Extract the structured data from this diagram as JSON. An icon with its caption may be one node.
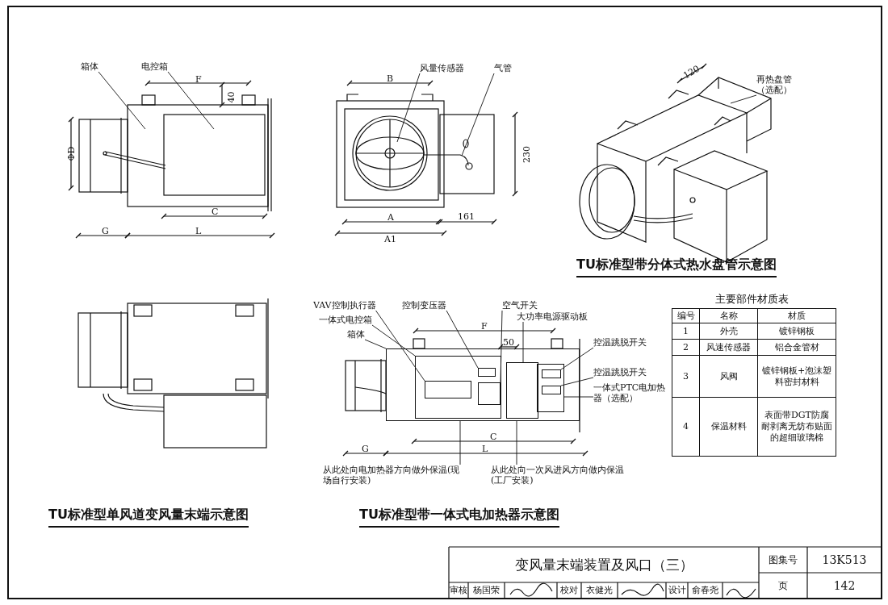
{
  "diagram": {
    "title": "变风量末端装置及风口（三）",
    "nodes": [
      {
        "text": [
          "箱体"
        ]
      },
      {
        "text": [
          "电控箱"
        ]
      },
      {
        "text": [
          "风量传感器"
        ]
      },
      {
        "text": [
          "气管"
        ]
      },
      {
        "text": [
          "再热盘管（选配）"
        ]
      },
      {
        "text": [
          "VAV控制执行器"
        ]
      },
      {
        "text": [
          "一体式电控箱"
        ]
      },
      {
        "text": [
          "箱体"
        ]
      },
      {
        "text": [
          "控制变压器"
        ]
      },
      {
        "text": [
          "空气开关"
        ]
      },
      {
        "text": [
          "大功率电源驱动板"
        ]
      },
      {
        "text": [
          "控温跳脱开关"
        ]
      },
      {
        "text": [
          "控温跳脱开关"
        ]
      },
      {
        "text": [
          "一体式PTC电加热器（选配）"
        ]
      },
      {
        "text": [
          "从此处向电加热器方向做外保温(现场自行安装)"
        ]
      },
      {
        "text": [
          "从此处向一次风进风方向做内保温(工厂安装)"
        ]
      },
      {
        "text": [],
        "shape": "box"
      },
      {
        "text": [],
        "shape": "box",
        "in": 16
      },
      {
        "text": [],
        "shape": "box",
        "in": 17
      },
      {
        "text": [],
        "shape": "box",
        "in": 17
      },
      {
        "text": [],
        "shape": "box",
        "in": 17
      },
      {
        "text": [],
        "shape": "box",
        "in": 16
      },
      {
        "text": [],
        "shape": "box",
        "in": 16
      },
      {
        "text": [],
        "shape": "box",
        "in": 22
      },
      {
        "text": [],
        "shape": "box",
        "in": 22
      }
    ],
    "edges": [
      {
        "from": 0,
        "to": null,
        "arrow": "none"
      },
      {
        "from": 1,
        "to": null,
        "arrow": "none"
      },
      {
        "from": 2,
        "to": null,
        "arrow": "none"
      },
      {
        "from": 3,
        "to": null,
        "arrow": "none"
      },
      {
        "from": 4,
        "to": null,
        "arrow": "none"
      },
      {
        "from": 5,
        "to": 18,
        "arrow": "none"
      },
      {
        "from": 6,
        "to": 17,
        "arrow": "none"
      },
      {
        "from": 7,
        "to": 16,
        "arrow": "none"
      },
      {
        "from": 8,
        "to": 19,
        "arrow": "none"
      },
      {
        "from": 9,
        "to": 20,
        "arrow": "none"
      },
      {
        "from": 10,
        "to": 21,
        "arrow": "none"
      },
      {
        "from": 11,
        "to": 23,
        "arrow": "none"
      },
      {
        "from": 12,
        "to": 24,
        "arrow": "none"
      },
      {
        "from": 13,
        "to": 22,
        "arrow": "none"
      },
      {
        "from": 14,
        "to": 16,
        "arrow": "none"
      },
      {
        "from": 15,
        "to": 16,
        "arrow": "none"
      }
    ],
    "labels": [
      "F",
      "40",
      "ΦD",
      "C",
      "G",
      "L",
      "B",
      "230",
      "A",
      "161",
      "A1",
      "120",
      "TU标准型带分体式热水盘管示意图",
      "主要部件材质表",
      "编号",
      "名称",
      "材质",
      "1",
      "外壳",
      "镀锌钢板",
      "2",
      "风速传感器",
      "铝合金管材",
      "3",
      "风阀",
      "镀锌钢板+泡沫塑料密封材料",
      "4",
      "保温材料",
      "表面带DGT防腐耐剥离无纺布贴面的超细玻璃棉",
      "F",
      "50",
      "C",
      "G",
      "L",
      "TU标准型单风道变风量末端示意图",
      "TU标准型带一体式电加热器示意图",
      "图集号",
      "13K513",
      "审核",
      "杨国荣",
      "校对",
      "衣健光",
      "设计",
      "俞春尧",
      "页",
      "142"
    ]
  }
}
